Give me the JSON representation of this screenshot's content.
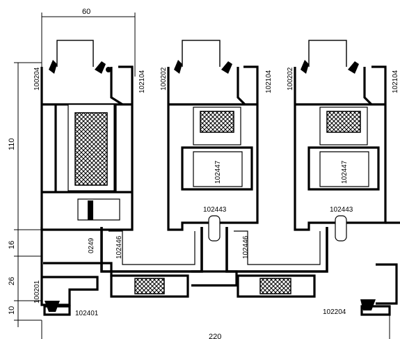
{
  "dimensions": {
    "top_width": "60",
    "height_main": "110",
    "height_16": "16",
    "height_26": "26",
    "height_10": "10",
    "total_width": "220"
  },
  "labels": {
    "sash1_left": "100204",
    "sash1_right": "102104",
    "sash2_left": "100202",
    "sash2_right": "102104",
    "sash3_left": "100202",
    "sash3_right": "102104",
    "mid2_vertical": "102447",
    "mid3_vertical": "102447",
    "sill2": "102443",
    "sill3": "102443",
    "track1_vertical": "102446",
    "track2_vertical": "102446",
    "partial_vertical": "0249",
    "frame_left_vertical": "100201",
    "frame_left_bottom": "102401",
    "frame_right_bottom": "102204"
  }
}
